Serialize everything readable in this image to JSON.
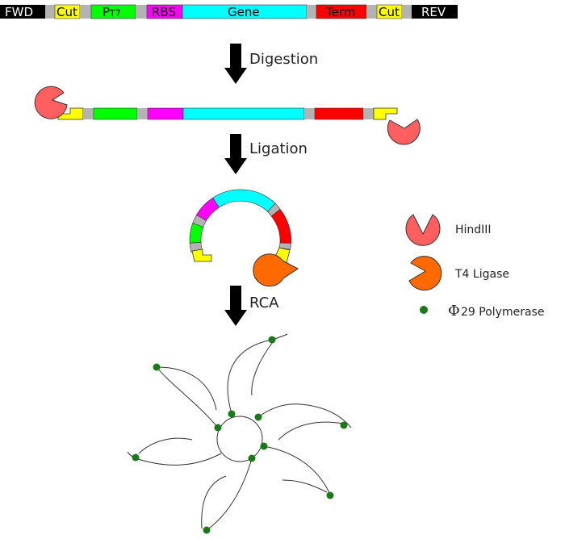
{
  "construct": {
    "segments": [
      {
        "label": "FWD",
        "color": "#000000",
        "text_color": "#ffffff"
      },
      {
        "label": "",
        "color": "#b3b3b3"
      },
      {
        "label": "Cut",
        "color": "#ffff00",
        "text_color": "#000000"
      },
      {
        "label": "",
        "color": "#b3b3b3"
      },
      {
        "label": "P",
        "sub": "T7",
        "color": "#00ff00",
        "text_color": "#000000"
      },
      {
        "label": "",
        "color": "#b3b3b3"
      },
      {
        "label": "RBS",
        "color": "#ff00ff",
        "text_color": "#000000"
      },
      {
        "label": "Gene",
        "color": "#00ffff",
        "text_color": "#000000"
      },
      {
        "label": "",
        "color": "#b3b3b3"
      },
      {
        "label": "Term",
        "color": "#ff0000",
        "text_color": "#000000"
      },
      {
        "label": "",
        "color": "#b3b3b3"
      },
      {
        "label": "Cut",
        "color": "#ffff00",
        "text_color": "#000000"
      },
      {
        "label": "",
        "color": "#b3b3b3"
      },
      {
        "label": "REV",
        "color": "#000000",
        "text_color": "#ffffff"
      }
    ]
  },
  "steps": {
    "digestion": "Digestion",
    "ligation": "Ligation",
    "rca": "RCA"
  },
  "legend": {
    "hindiii": {
      "label": "HindIII",
      "color": "#ff5f5f"
    },
    "ligase": {
      "label": "T4 Ligase",
      "color": "#ff6a00"
    },
    "polymerase": {
      "symbol": "Φ",
      "label": "29 Polymerase",
      "color": "#1a7a1a"
    }
  },
  "colors": {
    "arrow": "#000000",
    "strand": "#333333",
    "spacer": "#b3b3b3"
  }
}
